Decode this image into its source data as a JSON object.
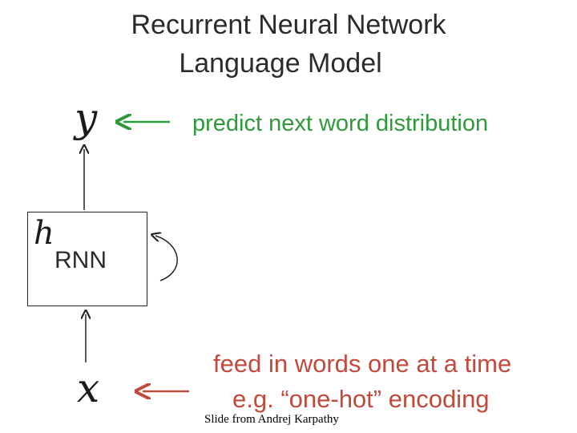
{
  "title": {
    "line1": "Recurrent Neural Network",
    "line2": "Language Model"
  },
  "diagram": {
    "output_var": "y",
    "input_var": "x",
    "hidden_var": "h",
    "box_label": "RNN",
    "output_annotation": "predict next word distribution",
    "input_annotation_line1": "feed in words one at a time",
    "input_annotation_line2": "e.g. “one-hot” encoding"
  },
  "credit": "Slide from Andrej Karpathy",
  "colors": {
    "output_annotation": "#2f9a3a",
    "input_annotation": "#c24a3c",
    "text": "#2b2b2b"
  }
}
